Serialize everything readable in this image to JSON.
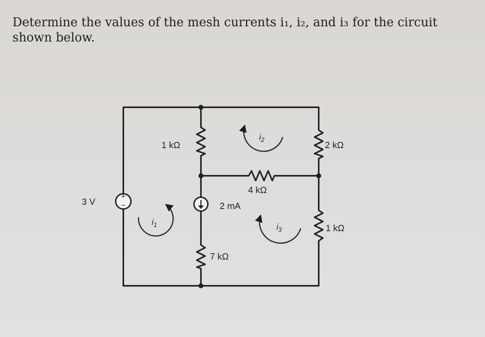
{
  "problem": {
    "text_before": "Determine the values of the mesh currents ",
    "i1": "i₁",
    "i2": "i₂",
    "and": ", and ",
    "i3": "i₃",
    "text_after": " for the circuit shown below."
  },
  "circuit": {
    "source_voltage": "3 V",
    "source_plus": "+",
    "source_minus": "−",
    "r_top_left": "1 kΩ",
    "r_top_right": "2 kΩ",
    "r_middle": "4 kΩ",
    "r_bottom_right": "1 kΩ",
    "r_bottom_middle": "7 kΩ",
    "current_source": "2 mA",
    "mesh_labels": {
      "i1": "i",
      "i1_sub": "1",
      "i2": "i",
      "i2_sub": "2",
      "i3": "i",
      "i3_sub": "3"
    }
  }
}
